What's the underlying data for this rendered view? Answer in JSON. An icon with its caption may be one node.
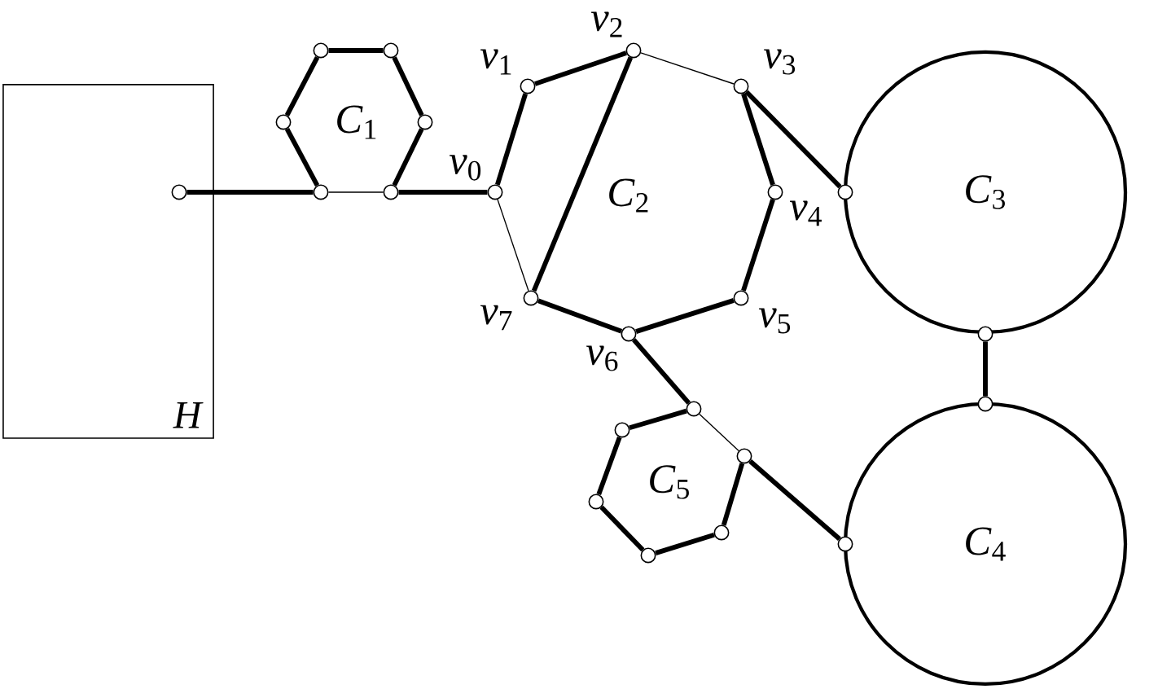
{
  "diagram": {
    "nodes": [
      {
        "text": [
          "H"
        ]
      },
      {
        "text": [],
        "shape": "circle",
        "in": 0
      },
      {
        "text": [],
        "shape": "circle"
      },
      {
        "text": [],
        "shape": "circle"
      },
      {
        "text": [],
        "shape": "circle"
      },
      {
        "text": [],
        "shape": "circle"
      },
      {
        "text": [],
        "shape": "circle"
      },
      {
        "text": [],
        "shape": "circle"
      },
      {
        "text": [],
        "shape": "circle",
        "beside": [
          "*v*$_{0}$"
        ]
      },
      {
        "text": [],
        "shape": "circle",
        "beside": [
          "*v*$_{1}$"
        ]
      },
      {
        "text": [],
        "shape": "circle",
        "beside": [
          "*v*$_{2}$"
        ]
      },
      {
        "text": [],
        "shape": "circle",
        "beside": [
          "*v*$_{3}$"
        ]
      },
      {
        "text": [],
        "shape": "circle",
        "beside": [
          "*v*$_{4}$"
        ]
      },
      {
        "text": [],
        "shape": "circle",
        "beside": [
          "*v*$_{5}$"
        ]
      },
      {
        "text": [],
        "shape": "circle",
        "beside": [
          "*v*$_{6}$"
        ]
      },
      {
        "text": [],
        "shape": "circle",
        "beside": [
          "*v*$_{7}$"
        ]
      },
      {
        "text": [
          "*C*$_{3}$"
        ]
      },
      {
        "text": [],
        "shape": "circle"
      },
      {
        "text": [],
        "shape": "circle"
      },
      {
        "text": [
          "*C*$_{4}$"
        ]
      },
      {
        "text": [],
        "shape": "circle"
      },
      {
        "text": [],
        "shape": "circle"
      },
      {
        "text": [],
        "shape": "circle"
      },
      {
        "text": [],
        "shape": "circle"
      },
      {
        "text": [],
        "shape": "circle"
      },
      {
        "text": [],
        "shape": "circle"
      },
      {
        "text": [],
        "shape": "circle"
      },
      {
        "text": [],
        "shape": "circle"
      }
    ],
    "edges": [
      {
        "from": 1,
        "to": 6,
        "arrow": "none"
      },
      {
        "from": 6,
        "to": 7,
        "arrow": "none"
      },
      {
        "from": 7,
        "to": 8,
        "arrow": "none"
      },
      {
        "from": 2,
        "to": 3,
        "arrow": "none"
      },
      {
        "from": 2,
        "to": 4,
        "arrow": "none"
      },
      {
        "from": 4,
        "to": 6,
        "arrow": "none"
      },
      {
        "from": 3,
        "to": 5,
        "arrow": "none"
      },
      {
        "from": 5,
        "to": 7,
        "arrow": "none"
      },
      {
        "from": 8,
        "to": 9,
        "arrow": "none"
      },
      {
        "from": 9,
        "to": 10,
        "arrow": "none"
      },
      {
        "from": 10,
        "to": 11,
        "arrow": "none"
      },
      {
        "from": 11,
        "to": 12,
        "arrow": "none"
      },
      {
        "from": 12,
        "to": 13,
        "arrow": "none"
      },
      {
        "from": 13,
        "to": 14,
        "arrow": "none"
      },
      {
        "from": 14,
        "to": 15,
        "arrow": "none"
      },
      {
        "from": 15,
        "to": 8,
        "arrow": "none"
      },
      {
        "from": 10,
        "to": 15,
        "arrow": "none"
      },
      {
        "from": 11,
        "to": 17,
        "arrow": "none"
      },
      {
        "from": 18,
        "to": 20,
        "arrow": "none"
      },
      {
        "from": 14,
        "to": 22,
        "arrow": "none"
      },
      {
        "from": 22,
        "to": 23,
        "arrow": "none"
      },
      {
        "from": 23,
        "to": 24,
        "arrow": "none"
      },
      {
        "from": 24,
        "to": 26,
        "arrow": "none"
      },
      {
        "from": 26,
        "to": 27,
        "arrow": "none"
      },
      {
        "from": 27,
        "to": 25,
        "arrow": "none"
      },
      {
        "from": 25,
        "to": 22,
        "arrow": "none"
      },
      {
        "from": 25,
        "to": 21,
        "arrow": "none"
      }
    ],
    "labels": [
      "*C*$_{1}$",
      "*C*$_{2}$",
      "*C*$_{5}$"
    ]
  }
}
